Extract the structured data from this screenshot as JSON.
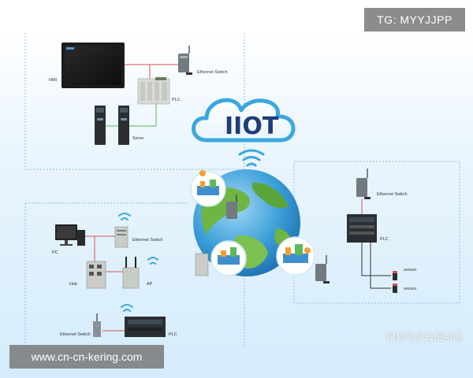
{
  "watermarks": {
    "tg": "TG: MYYJJPP",
    "url": "www.cn-cn-kering.com",
    "sohu": "搜狐号@云恒制造"
  },
  "cloud": {
    "label": "IIOT"
  },
  "panels": {
    "top_left": {
      "hmi": "HMI",
      "ethernet_switch": "Ethernet Switch",
      "plc": "PLC",
      "servo": "Servo"
    },
    "bottom_left": {
      "pc": "PC",
      "ethernet_switch_top": "Ethernet Switch",
      "hub": "Hub",
      "ap": "AP",
      "ethernet_switch_bottom": "Ethernet Switch",
      "plc": "PLC"
    },
    "right": {
      "ethernet_switch": "Ethernet Switch",
      "plc": "PLC",
      "sensor_1": "sensor",
      "sensor_2": "sensor"
    }
  },
  "colors": {
    "link_red": "#d9534f",
    "link_green": "#5cb85c",
    "cloud_blue": "#3aa7e0",
    "iiot_text": "#1f3d7a",
    "dotted_border": "#9ec9e6"
  }
}
